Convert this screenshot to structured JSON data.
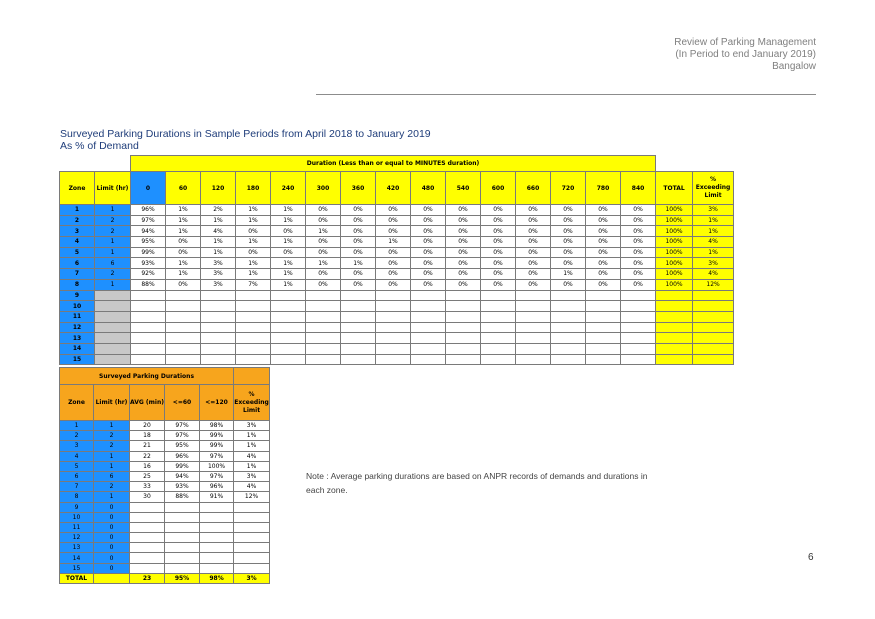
{
  "header": {
    "line1": "Review of Parking Management",
    "line2": "(In Period to end January 2019)",
    "line3": "Bangalow"
  },
  "title": {
    "line1": "Surveyed Parking Durations in Sample Periods from April 2018 to January 2019",
    "line2": "As % of Demand"
  },
  "durations_table": {
    "band_label": "Duration (Less than or equal to MINUTES duration)",
    "col_zone": "Zone",
    "col_limit": "Limit (hr)",
    "minute_cols": [
      "0",
      "60",
      "120",
      "180",
      "240",
      "300",
      "360",
      "420",
      "480",
      "540",
      "600",
      "660",
      "720",
      "780",
      "840"
    ],
    "col_total": "TOTAL",
    "col_exceed": "% Exceeding Limit",
    "rows": [
      {
        "zone": "1",
        "limit": "1",
        "pct": [
          "96%",
          "1%",
          "2%",
          "1%",
          "1%",
          "0%",
          "0%",
          "0%",
          "0%",
          "0%",
          "0%",
          "0%",
          "0%",
          "0%",
          "0%"
        ],
        "total": "100%",
        "exceed": "3%"
      },
      {
        "zone": "2",
        "limit": "2",
        "pct": [
          "97%",
          "1%",
          "1%",
          "1%",
          "1%",
          "0%",
          "0%",
          "0%",
          "0%",
          "0%",
          "0%",
          "0%",
          "0%",
          "0%",
          "0%"
        ],
        "total": "100%",
        "exceed": "1%"
      },
      {
        "zone": "3",
        "limit": "2",
        "pct": [
          "94%",
          "1%",
          "4%",
          "0%",
          "0%",
          "1%",
          "0%",
          "0%",
          "0%",
          "0%",
          "0%",
          "0%",
          "0%",
          "0%",
          "0%"
        ],
        "total": "100%",
        "exceed": "1%"
      },
      {
        "zone": "4",
        "limit": "1",
        "pct": [
          "95%",
          "0%",
          "1%",
          "1%",
          "1%",
          "0%",
          "0%",
          "1%",
          "0%",
          "0%",
          "0%",
          "0%",
          "0%",
          "0%",
          "0%"
        ],
        "total": "100%",
        "exceed": "4%"
      },
      {
        "zone": "5",
        "limit": "1",
        "pct": [
          "99%",
          "0%",
          "1%",
          "0%",
          "0%",
          "0%",
          "0%",
          "0%",
          "0%",
          "0%",
          "0%",
          "0%",
          "0%",
          "0%",
          "0%"
        ],
        "total": "100%",
        "exceed": "1%"
      },
      {
        "zone": "6",
        "limit": "6",
        "pct": [
          "93%",
          "1%",
          "3%",
          "1%",
          "1%",
          "1%",
          "1%",
          "0%",
          "0%",
          "0%",
          "0%",
          "0%",
          "0%",
          "0%",
          "0%"
        ],
        "total": "100%",
        "exceed": "3%"
      },
      {
        "zone": "7",
        "limit": "2",
        "pct": [
          "92%",
          "1%",
          "3%",
          "1%",
          "1%",
          "0%",
          "0%",
          "0%",
          "0%",
          "0%",
          "0%",
          "0%",
          "1%",
          "0%",
          "0%"
        ],
        "total": "100%",
        "exceed": "4%"
      },
      {
        "zone": "8",
        "limit": "1",
        "pct": [
          "88%",
          "0%",
          "3%",
          "7%",
          "1%",
          "0%",
          "0%",
          "0%",
          "0%",
          "0%",
          "0%",
          "0%",
          "0%",
          "0%",
          "0%"
        ],
        "total": "100%",
        "exceed": "12%"
      },
      {
        "zone": "9",
        "limit": "",
        "pct": [
          "",
          "",
          "",
          "",
          "",
          "",
          "",
          "",
          "",
          "",
          "",
          "",
          "",
          "",
          ""
        ],
        "total": "",
        "exceed": ""
      },
      {
        "zone": "10",
        "limit": "",
        "pct": [
          "",
          "",
          "",
          "",
          "",
          "",
          "",
          "",
          "",
          "",
          "",
          "",
          "",
          "",
          ""
        ],
        "total": "",
        "exceed": ""
      },
      {
        "zone": "11",
        "limit": "",
        "pct": [
          "",
          "",
          "",
          "",
          "",
          "",
          "",
          "",
          "",
          "",
          "",
          "",
          "",
          "",
          ""
        ],
        "total": "",
        "exceed": ""
      },
      {
        "zone": "12",
        "limit": "",
        "pct": [
          "",
          "",
          "",
          "",
          "",
          "",
          "",
          "",
          "",
          "",
          "",
          "",
          "",
          "",
          ""
        ],
        "total": "",
        "exceed": ""
      },
      {
        "zone": "13",
        "limit": "",
        "pct": [
          "",
          "",
          "",
          "",
          "",
          "",
          "",
          "",
          "",
          "",
          "",
          "",
          "",
          "",
          ""
        ],
        "total": "",
        "exceed": ""
      },
      {
        "zone": "14",
        "limit": "",
        "pct": [
          "",
          "",
          "",
          "",
          "",
          "",
          "",
          "",
          "",
          "",
          "",
          "",
          "",
          "",
          ""
        ],
        "total": "",
        "exceed": ""
      },
      {
        "zone": "15",
        "limit": "",
        "pct": [
          "",
          "",
          "",
          "",
          "",
          "",
          "",
          "",
          "",
          "",
          "",
          "",
          "",
          "",
          ""
        ],
        "total": "",
        "exceed": ""
      }
    ]
  },
  "summary_table": {
    "title": "Surveyed Parking Durations",
    "headers": [
      "Zone",
      "Limit (hr)",
      "AVG (min)",
      "<=60",
      "<=120",
      "% Exceeding Limit"
    ],
    "rows": [
      [
        "1",
        "1",
        "20",
        "97%",
        "98%",
        "3%"
      ],
      [
        "2",
        "2",
        "18",
        "97%",
        "99%",
        "1%"
      ],
      [
        "3",
        "2",
        "21",
        "95%",
        "99%",
        "1%"
      ],
      [
        "4",
        "1",
        "22",
        "96%",
        "97%",
        "4%"
      ],
      [
        "5",
        "1",
        "16",
        "99%",
        "100%",
        "1%"
      ],
      [
        "6",
        "6",
        "25",
        "94%",
        "97%",
        "3%"
      ],
      [
        "7",
        "2",
        "33",
        "93%",
        "96%",
        "4%"
      ],
      [
        "8",
        "1",
        "30",
        "88%",
        "91%",
        "12%"
      ],
      [
        "9",
        "0",
        "",
        "",
        "",
        ""
      ],
      [
        "10",
        "0",
        "",
        "",
        "",
        ""
      ],
      [
        "11",
        "0",
        "",
        "",
        "",
        ""
      ],
      [
        "12",
        "0",
        "",
        "",
        "",
        ""
      ],
      [
        "13",
        "0",
        "",
        "",
        "",
        ""
      ],
      [
        "14",
        "0",
        "",
        "",
        "",
        ""
      ],
      [
        "15",
        "0",
        "",
        "",
        "",
        ""
      ]
    ],
    "total_row": [
      "TOTAL",
      "",
      "23",
      "95%",
      "98%",
      "3%"
    ]
  },
  "note": "Note : Average parking durations are based on ANPR records of demands and durations in each zone.",
  "page_number": "6"
}
